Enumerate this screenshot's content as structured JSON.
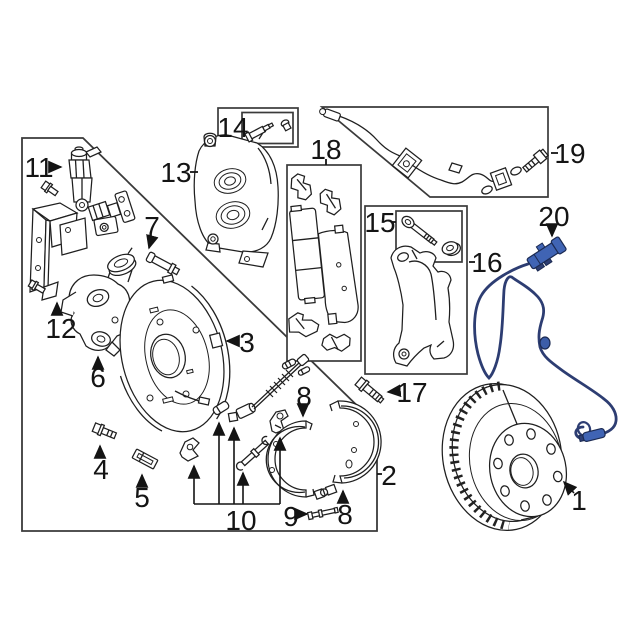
{
  "diagram": {
    "kind": "exploded-parts-diagram",
    "background": "#ffffff",
    "line_color": "#1f1f1f",
    "box_color": "#3a3a3a",
    "label_color": "#141414",
    "wire_color": "#2d3d72",
    "connector_color": "#4064b4",
    "connector_outline": "#1b2a52"
  },
  "callouts": {
    "c1": "1",
    "c2": "2",
    "c3": "3",
    "c4": "4",
    "c5": "5",
    "c6": "6",
    "c7": "7",
    "c8_upper": "8",
    "c8_lower": "8",
    "c9": "9",
    "c10": "10",
    "c11": "11",
    "c12": "12",
    "c13": "13",
    "c14": "14",
    "c15": "15",
    "c16": "16",
    "c17": "17",
    "c18": "18",
    "c19": "19",
    "c20": "20"
  }
}
